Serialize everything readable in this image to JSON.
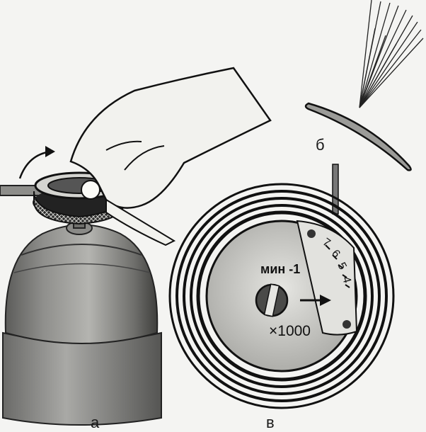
{
  "captions": {
    "a": "а",
    "b": "б",
    "v": "в"
  },
  "dial": {
    "unit_label": "мин -1",
    "multiplier": "×1000",
    "scale_digits": [
      "7",
      "6",
      "5",
      "4"
    ]
  },
  "colors": {
    "ink": "#111111",
    "paper": "#f4f4f2",
    "metal": "#9a9a98",
    "metal_dark": "#555555"
  },
  "icons": {
    "rotation": "curved-arrow-icon",
    "pointer": "arrow-right-icon"
  }
}
